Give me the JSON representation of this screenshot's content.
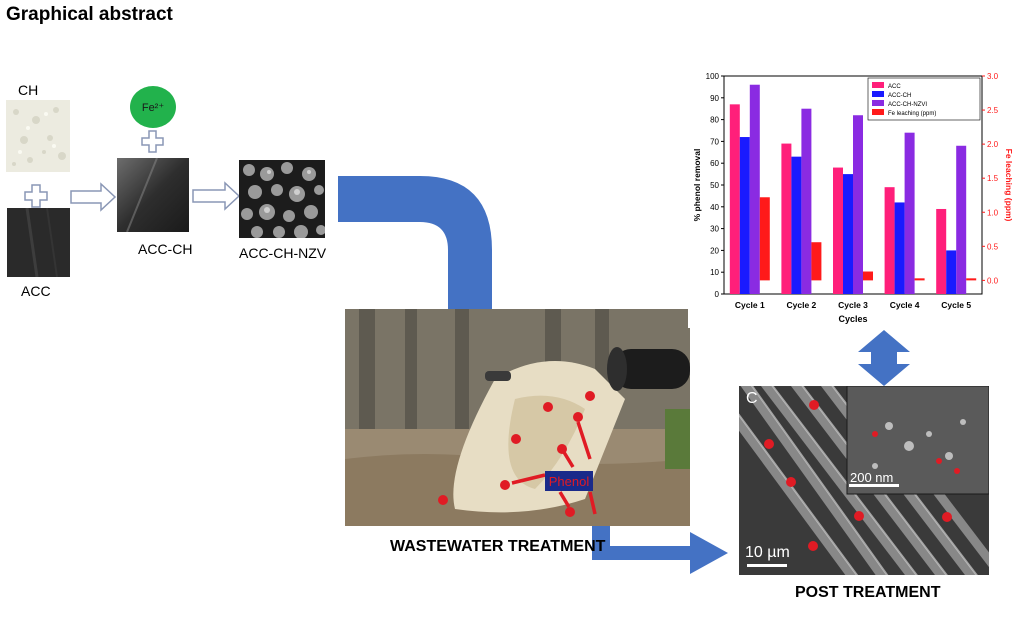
{
  "heading": "Graphical abstract",
  "materials": {
    "ch_label": "CH",
    "acc_label": "ACC",
    "fe_label": "Fe²⁺",
    "acc_ch_label": "ACC-CH",
    "acc_ch_nzv_label": "ACC-CH-NZV"
  },
  "wastewater": {
    "label": "WASTEWATER TREATMENT",
    "phenol_label": "Phenol"
  },
  "post": {
    "label": "POST TREATMENT",
    "panel_letter": "C",
    "scale_main": "10 µm",
    "scale_inset": "200 nm"
  },
  "chart_data": {
    "type": "bar",
    "categories": [
      "Cycle 1",
      "Cycle 2",
      "Cycle 3",
      "Cycle 4",
      "Cycle 5"
    ],
    "series": [
      {
        "name": "ACC",
        "axis": "left",
        "color": "#ff1f7a",
        "values": [
          87,
          69,
          58,
          49,
          39
        ]
      },
      {
        "name": "ACC-CH",
        "axis": "left",
        "color": "#1a1aff",
        "values": [
          72,
          63,
          55,
          42,
          20
        ]
      },
      {
        "name": "ACC-CH-NZVI",
        "axis": "left",
        "color": "#8a2be2",
        "values": [
          96,
          85,
          82,
          74,
          68
        ]
      },
      {
        "name": "Fe leaching (ppm)",
        "axis": "right",
        "color": "#ff1a1a",
        "values": [
          1.22,
          0.56,
          0.13,
          0.03,
          0.03
        ]
      }
    ],
    "xlabel": "Cycles",
    "ylabel": "% phenol removal",
    "ylabel_right": "Fe leaching (ppm)",
    "ylim": [
      0,
      100
    ],
    "ylim_right": [
      -0.2,
      3.0
    ],
    "yticks": [
      "0",
      "10",
      "20",
      "30",
      "40",
      "50",
      "60",
      "70",
      "80",
      "90",
      "100"
    ],
    "yticks_right": [
      "0.0",
      "0.5",
      "1.0",
      "1.5",
      "2.0",
      "2.5",
      "3.0"
    ],
    "legend_position": "top-right"
  },
  "colors": {
    "arrow_blue": "#4472c4",
    "marker_red": "#e01b24",
    "fe_green": "#22b24c"
  }
}
